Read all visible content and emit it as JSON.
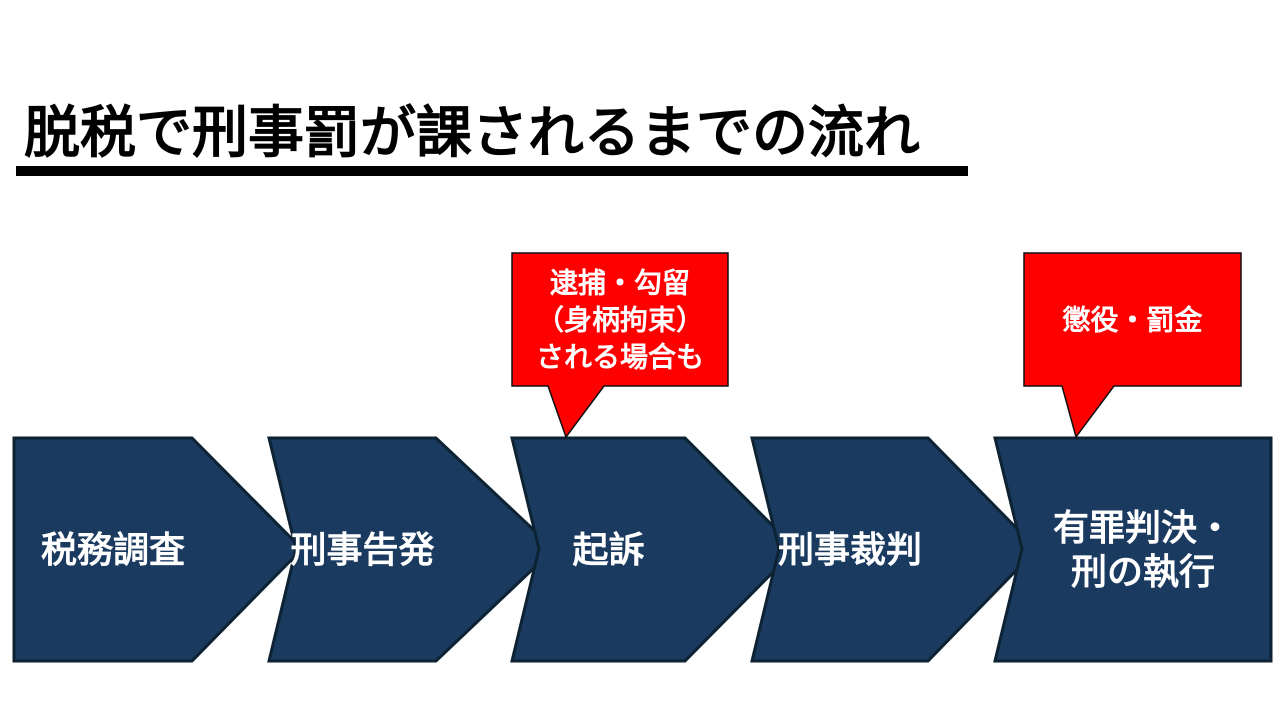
{
  "title": "脱税で刑事罰が課されるまでの流れ",
  "colors": {
    "step_fill": "#1a3a5f",
    "step_stroke": "#0d2233",
    "callout_fill": "#ff0000",
    "callout_stroke": "#111111",
    "text_light": "#ffffff"
  },
  "steps": [
    {
      "label": [
        "税務調査"
      ]
    },
    {
      "label": [
        "刑事告発"
      ]
    },
    {
      "label": [
        "起訴"
      ]
    },
    {
      "label": [
        "刑事裁判"
      ]
    },
    {
      "label": [
        "有罪判決・",
        "刑の執行"
      ]
    }
  ],
  "callouts": [
    {
      "step": 2,
      "lines": [
        "逮捕・勾留",
        "（身柄拘束）",
        "される場合も"
      ]
    },
    {
      "step": 4,
      "lines": [
        "懲役・罰金"
      ]
    }
  ]
}
